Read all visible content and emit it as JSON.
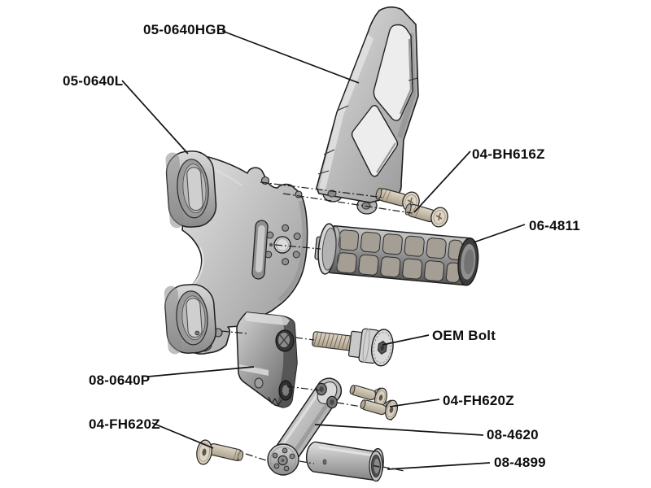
{
  "colors": {
    "background": "#ffffff",
    "line": "#1a1a1a",
    "metal_light": "#d8d8d8",
    "metal_dark": "#6a6a6a",
    "fastener_tan": "#cfc5b4"
  },
  "labels": [
    {
      "id": "hanger-bracket",
      "text": "05-0640HGB"
    },
    {
      "id": "main-bracket",
      "text": "05-0640L"
    },
    {
      "id": "button-head-screws",
      "text": "04-BH616Z"
    },
    {
      "id": "footpeg",
      "text": "06-4811"
    },
    {
      "id": "oem-bolt",
      "text": "OEM Bolt"
    },
    {
      "id": "pedal",
      "text": "08-0640P"
    },
    {
      "id": "flat-head-screw-left",
      "text": "04-FH620Z"
    },
    {
      "id": "flat-head-screws-right",
      "text": "04-FH620Z"
    },
    {
      "id": "link-arm",
      "text": "08-4620"
    },
    {
      "id": "spacer",
      "text": "08-4899"
    }
  ]
}
